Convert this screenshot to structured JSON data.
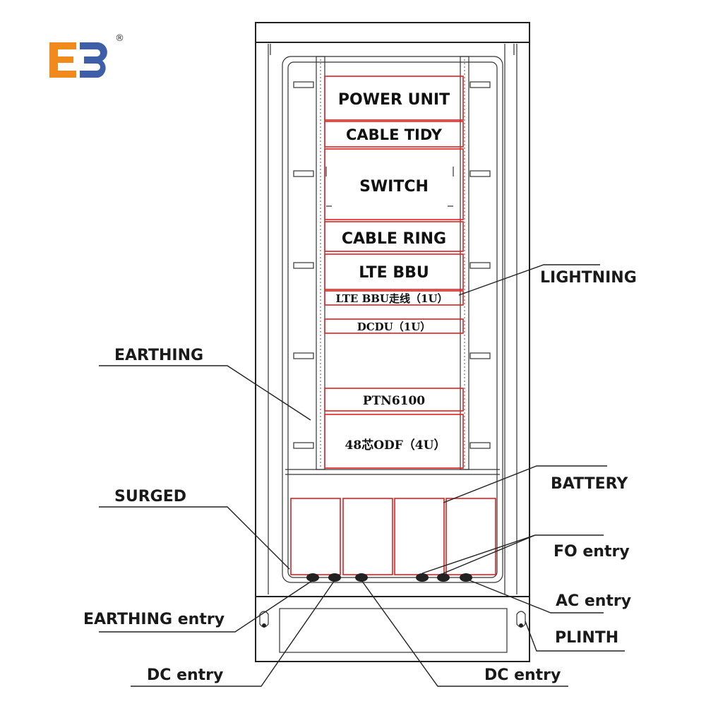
{
  "logo": {
    "text": "E3",
    "registered": "®",
    "color_primary": "#f08a1c",
    "color_secondary": "#3e5fa8"
  },
  "modules": {
    "power_unit": "POWER UNIT",
    "cable_tidy": "CABLE TIDY",
    "switch": "SWITCH",
    "cable_ring": "CABLE RING",
    "lte_bbu": "LTE BBU",
    "lte_bbu_wiring": "LTE BBU走线（1U）",
    "dcdu": "DCDU（1U）",
    "ptn": "PTN6100",
    "odf": "48芯ODF（4U）"
  },
  "callouts": {
    "lightning": "LIGHTNING",
    "earthing": "EARTHING",
    "battery": "BATTERY",
    "surged": "SURGED",
    "fo_entry": "FO entry",
    "ac_entry": "AC entry",
    "earthing_entry": "EARTHING entry",
    "plinth": "PLINTH",
    "dc_entry_left": "DC entry",
    "dc_entry_right": "DC entry"
  },
  "colors": {
    "line": "#222222",
    "highlight": "#e02020"
  }
}
